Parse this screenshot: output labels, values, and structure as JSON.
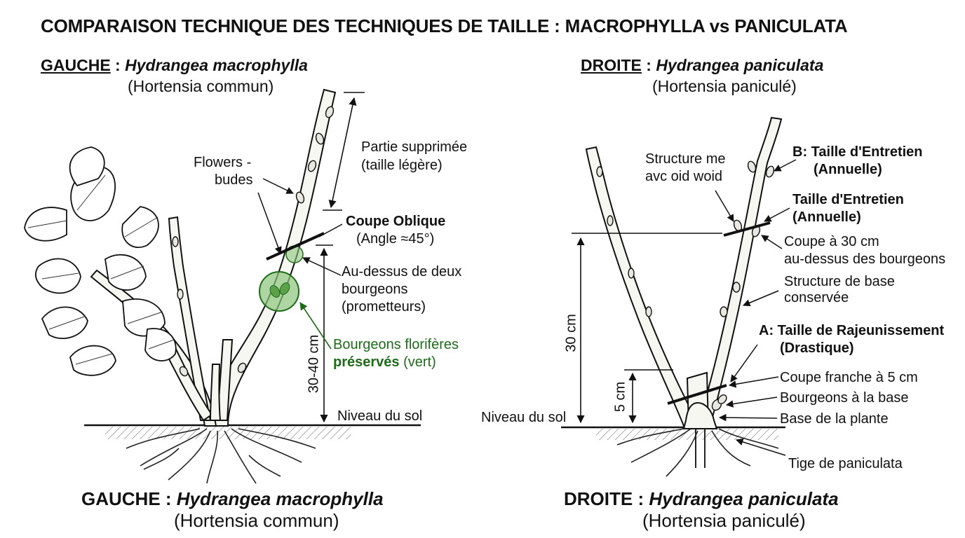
{
  "title": "COMPARAISON TECHNIQUE DES TECHNIQUES DE TAILLE : MACROPHYLLA vs PANICULATA",
  "left": {
    "side_label": "GAUCHE",
    "sep": " : ",
    "species": "Hydrangea macrophylla",
    "common": "(Hortensia commun)",
    "labels": {
      "flowers_l1": "Flowers -",
      "flowers_l2": "budes",
      "removed_l1": "Partie supprimée",
      "removed_l2": "(taille légère)",
      "cut_title": "Coupe Oblique",
      "cut_angle": "(Angle ≈45°)",
      "above_l1": "Au-dessus de deux",
      "above_l2": "bourgeons",
      "above_l3": "(prometteurs)",
      "buds_l1": "Bourgeons florifères",
      "buds_bold": "préservés",
      "buds_rest": " (vert)",
      "height": "30-40 cm",
      "ground": "Niveau du sol"
    }
  },
  "right": {
    "side_label": "DROITE",
    "sep": " : ",
    "species": "Hydrangea paniculata",
    "common": "(Hortensia paniculé)",
    "labels": {
      "structure_l1": "Structure me",
      "structure_l2": "avc oid woid",
      "b_l1": "B: Taille d'Entretien",
      "b_l2": "(Annuelle)",
      "ent_l1": "Taille d'Entretien",
      "ent_l2": "(Annuelle)",
      "cut30_l1": "Coupe à 30 cm",
      "cut30_l2": "au-dessus des bourgeons",
      "base_l1": "Structure de base",
      "base_l2": "conservée",
      "a_l1": "A: Taille de Rajeunissement",
      "a_l2": "(Drastique)",
      "cut5": "Coupe franche à 5 cm",
      "basebuds": "Bourgeons à la base",
      "plantbase": "Base de la plante",
      "stem": "Tige de paniculata",
      "h30": "30 cm",
      "h5": "5 cm",
      "ground": "Niveau du sol"
    }
  },
  "bottom": {
    "left_label": "GAUCHE",
    "left_sep": " : ",
    "left_species": "Hydrangea macrophylla",
    "left_common": "(Hortensia commun)",
    "right_label": "DROITE",
    "right_sep": " : ",
    "right_species": "Hydrangea paniculata",
    "right_common": "(Hortensia paniculé)"
  },
  "colors": {
    "ink": "#111111",
    "green": "#1e6b1a",
    "green_fill": "#8cc47a"
  }
}
